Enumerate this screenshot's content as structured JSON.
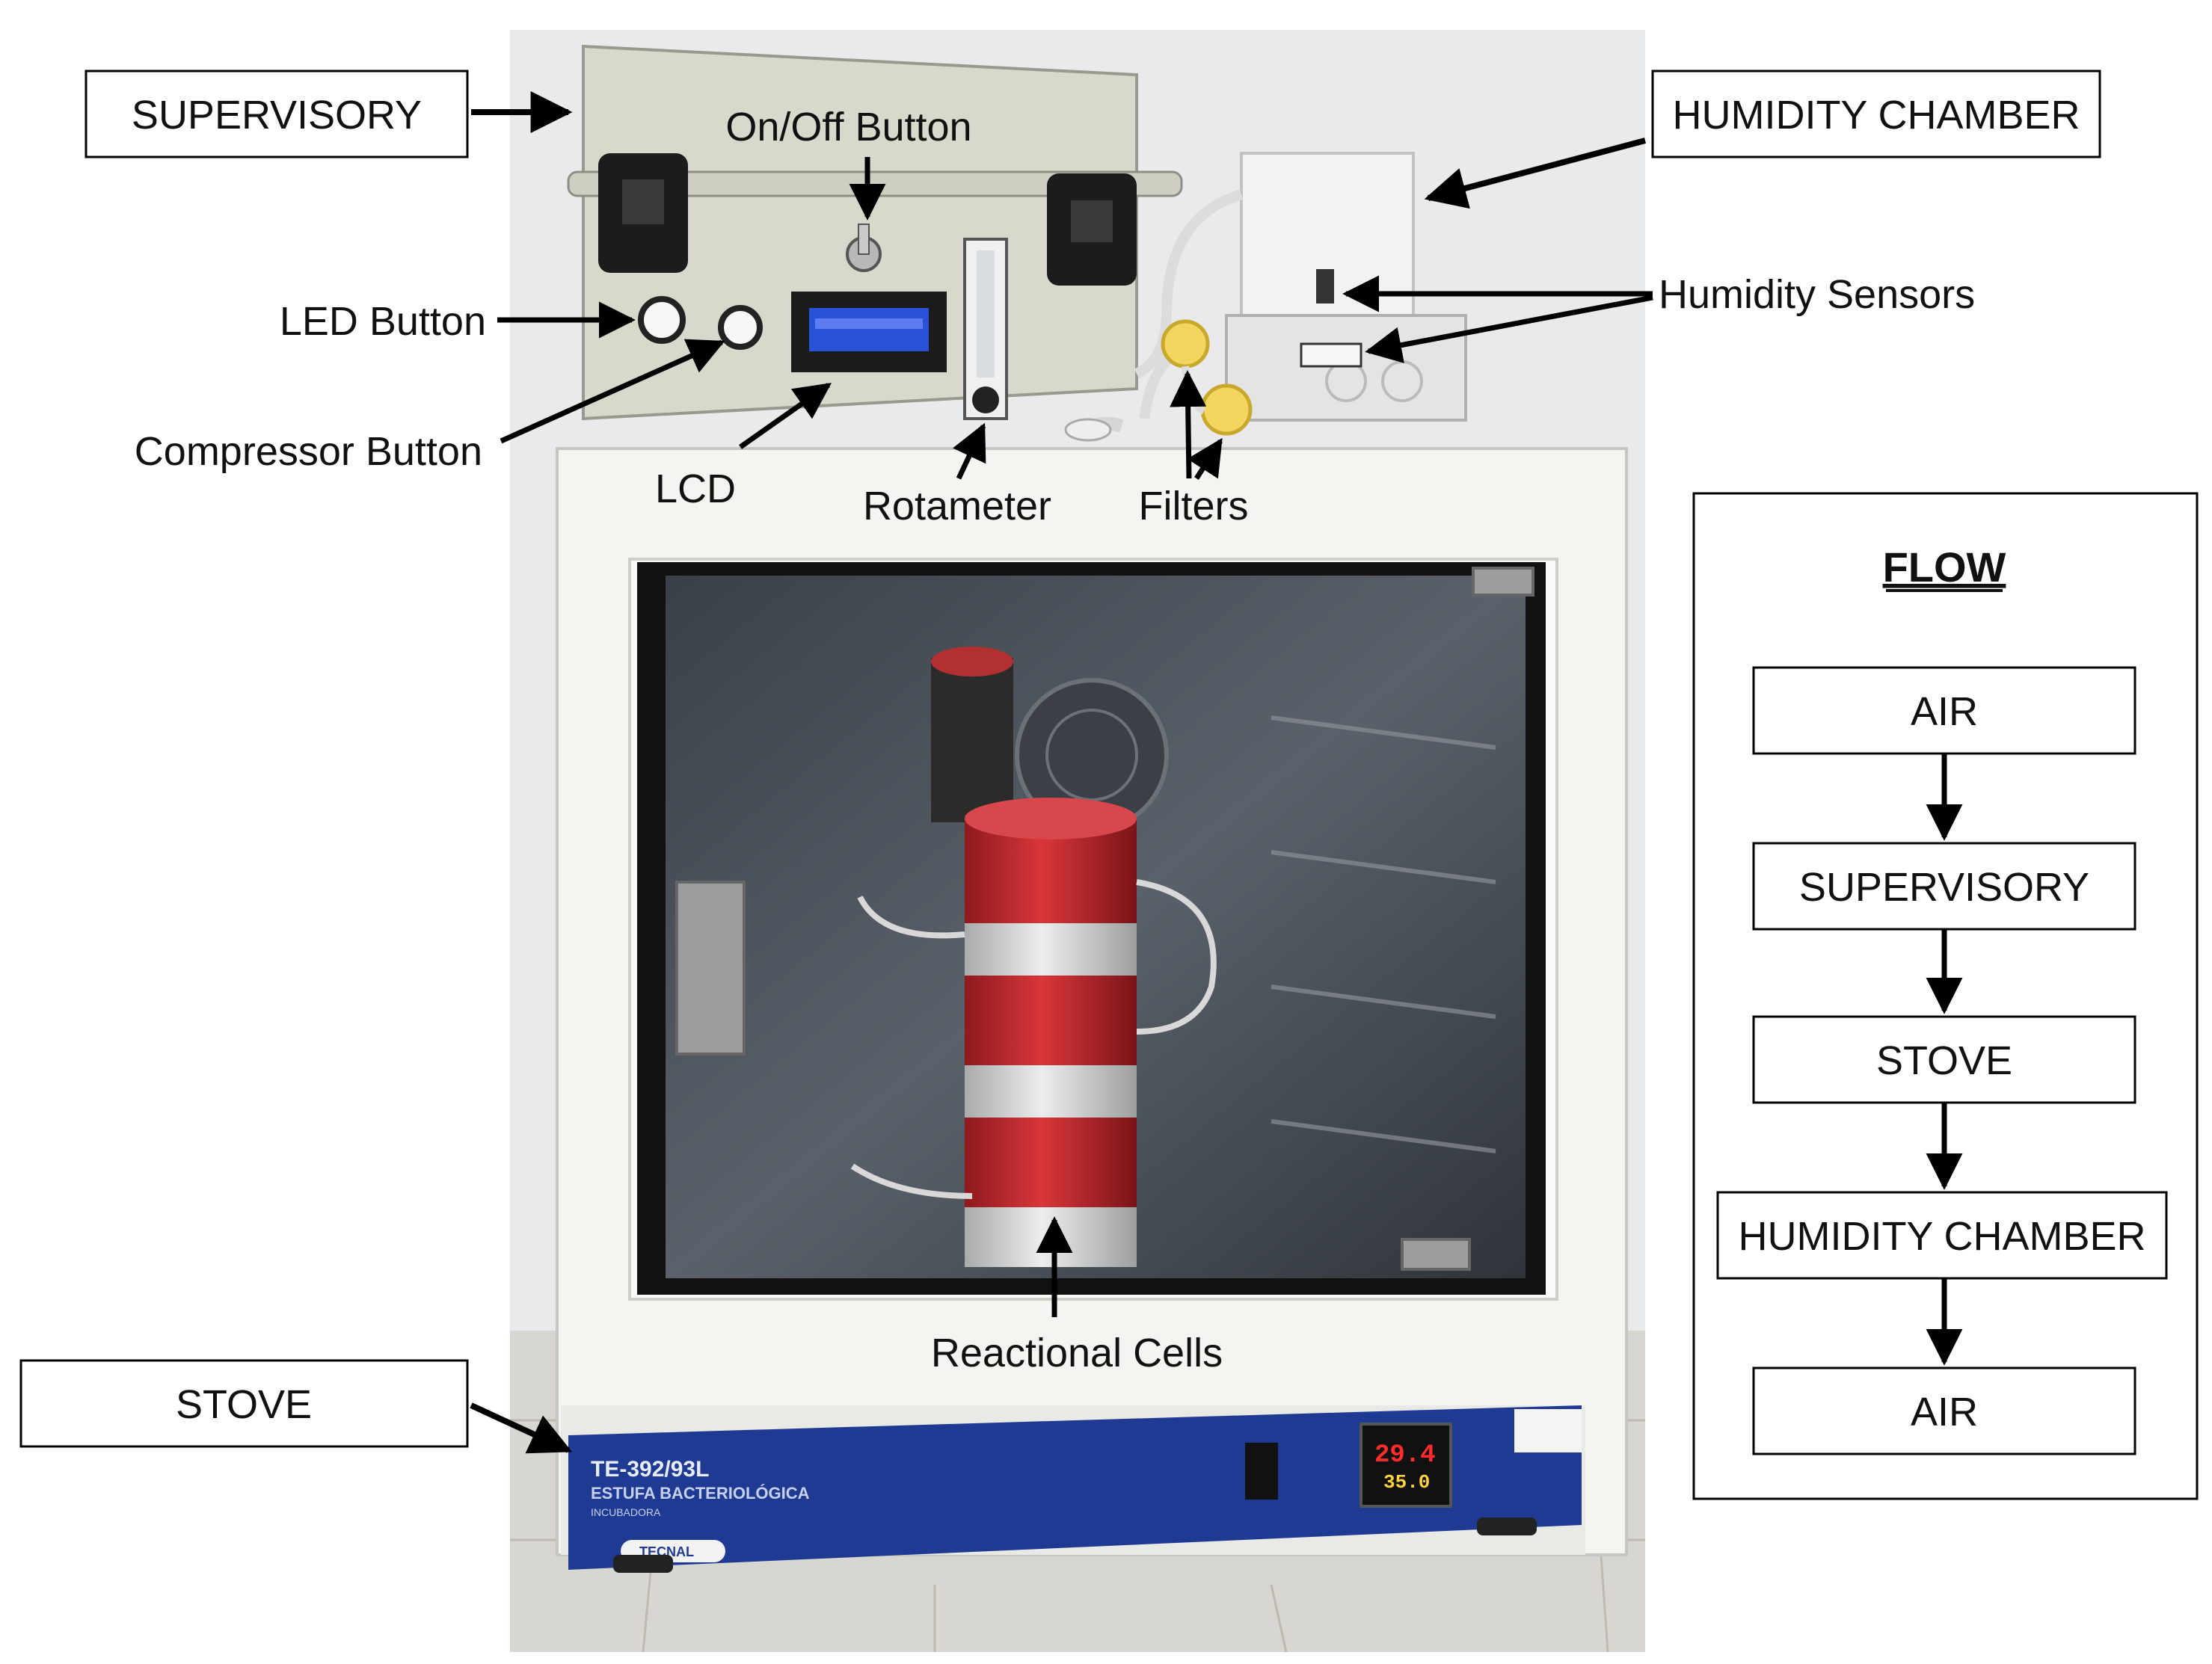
{
  "callouts": {
    "supervisory": "SUPERVISORY",
    "on_off_button": "On/Off Button",
    "led_button": "LED Button",
    "compressor_button": "Compressor Button",
    "lcd": "LCD",
    "rotameter": "Rotameter",
    "filters": "Filters",
    "humidity_chamber": "HUMIDITY CHAMBER",
    "humidity_sensors": "Humidity Sensors",
    "reactional_cells": "Reactional Cells",
    "stove": "STOVE"
  },
  "flow": {
    "title": "FLOW",
    "steps": [
      "AIR",
      "SUPERVISORY",
      "STOVE",
      "HUMIDITY CHAMBER",
      "AIR"
    ]
  },
  "device": {
    "model": "TE-392/93L",
    "product": "ESTUFA BACTERIOLÓGICA",
    "subtitle": "INCUBADORA",
    "brand": "TECNAL",
    "display_temp": "29.4",
    "display_setpoint": "35.0"
  },
  "colors": {
    "panel": "#dcdcd2",
    "stove_body": "#f4f4f0",
    "front_strip": "#1f3a93",
    "cell_red": "#c8282c",
    "cell_white": "#e8e8e8",
    "lcd_blue": "#2a52d6",
    "display_red": "#ff2a2a"
  }
}
